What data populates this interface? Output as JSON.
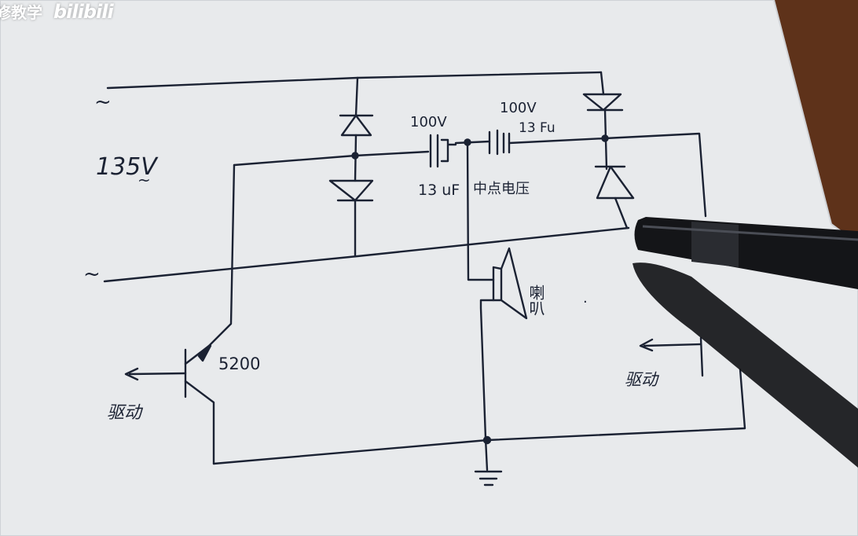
{
  "watermark": {
    "text": "修教学",
    "logo": "bilibili"
  },
  "colors": {
    "paper": "#e8eaec",
    "ink": "#1b2233",
    "table": "#6b3d22",
    "pen": "#141518"
  },
  "labels": {
    "ac_top": "~",
    "ac_bottom": "~",
    "voltage": "135V",
    "voltage_tilde": "~",
    "cap1_voltage": "100V",
    "cap1_value": "13 uF",
    "cap2_voltage": "100V",
    "cap2_value": "13 Fu",
    "mid_voltage": "中点电压",
    "speaker": "喇叭",
    "speaker_dot": ".",
    "transistor": "5200",
    "drive_left": "驱动",
    "drive_right": "驱动"
  }
}
